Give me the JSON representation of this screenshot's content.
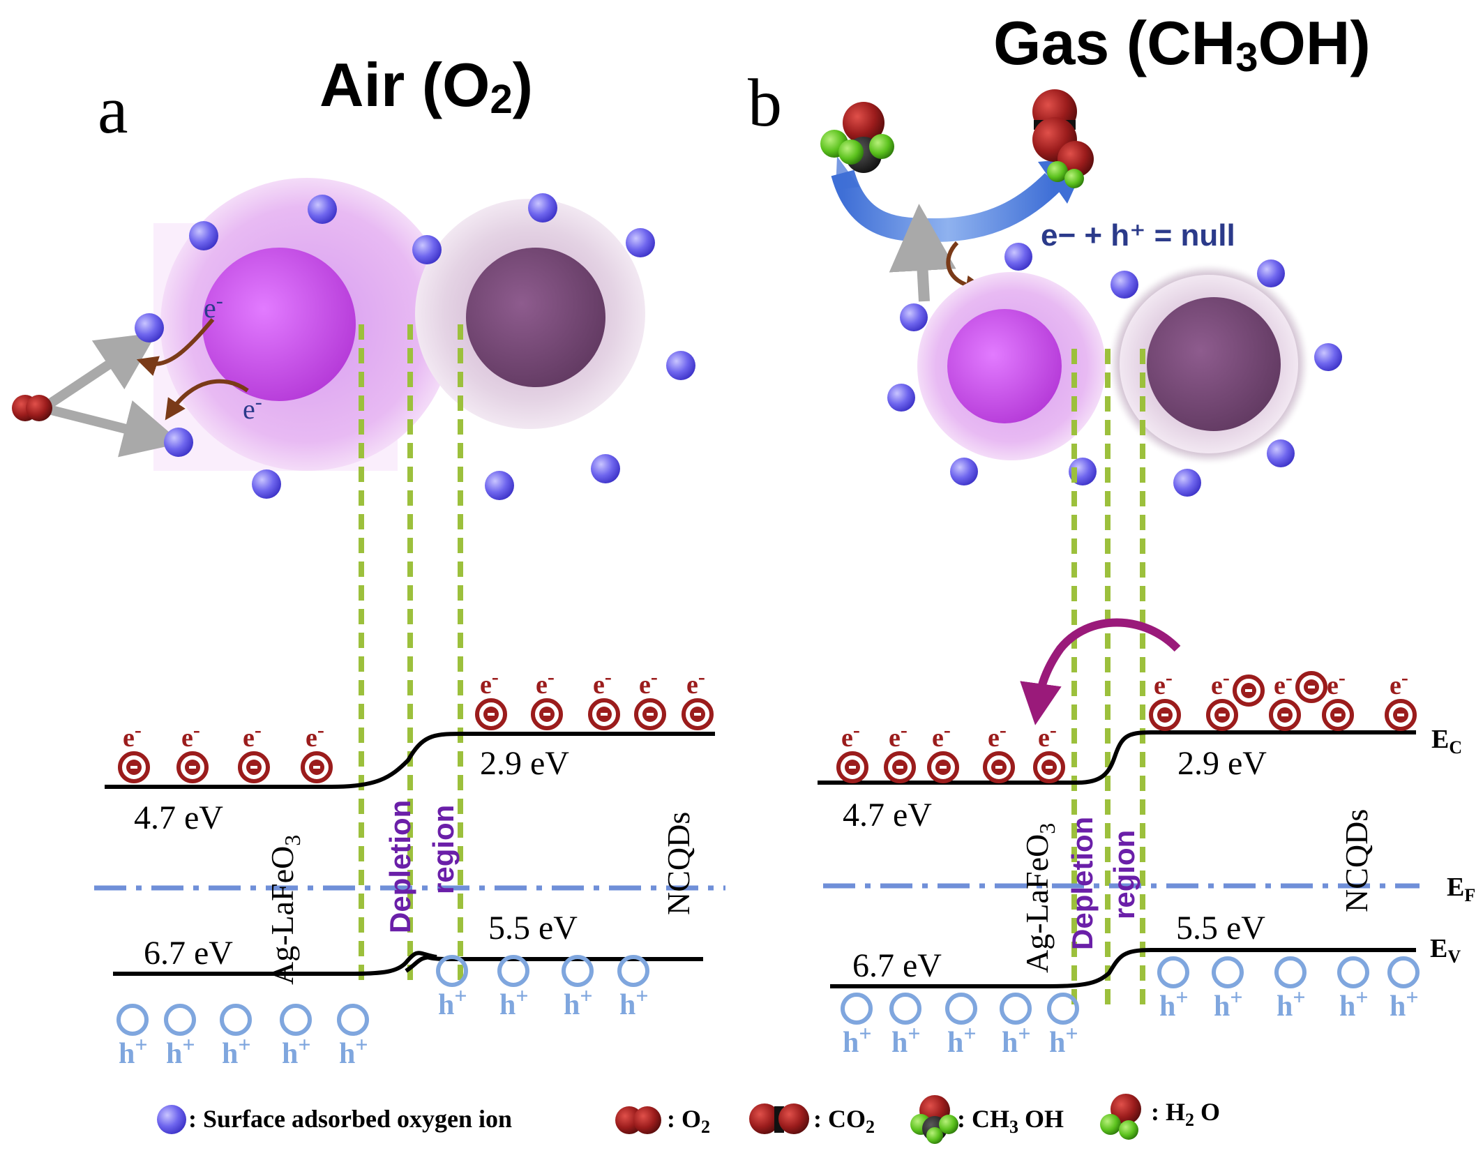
{
  "panel_a": {
    "letter": "a",
    "title_main": "Air (O",
    "title_sub": "2",
    "title_close": ")",
    "electron_label": "e",
    "electron_sup": "-",
    "ec_left": "4.7 eV",
    "ec_right": "2.9 eV",
    "ev_left": "6.7 eV",
    "ev_right": "5.5 eV",
    "material_left": "Ag-LaFeO",
    "material_left_sub": "3",
    "material_right": "NCQDs",
    "depletion_1": "Depletion",
    "depletion_2": "region"
  },
  "panel_b": {
    "letter": "b",
    "title_main": "Gas (CH",
    "title_sub": "3",
    "title_close": "OH)",
    "null_equation": "e− + h⁺ = null",
    "electron_label": "e",
    "electron_sup": "-",
    "ec_left": "4.7 eV",
    "ec_right": "2.9 eV",
    "ev_left": "6.7 eV",
    "ev_right": "5.5 eV",
    "material_left": "Ag-LaFeO",
    "material_left_sub": "3",
    "material_right": "NCQDs",
    "depletion_1": "Depletion",
    "depletion_2": "region",
    "level_ec": "E",
    "level_ec_sub": "C",
    "level_ef": "E",
    "level_ef_sub": "F",
    "level_ev": "E",
    "level_ev_sub": "V"
  },
  "carriers": {
    "electron": "e",
    "electron_sup": "-",
    "hole": "h",
    "hole_sup": "+"
  },
  "legend": {
    "oxygen_ion": ": Surface adsorbed oxygen ion",
    "o2": ": O",
    "o2_sub": "2",
    "co2": ": CO",
    "co2_sub": "2",
    "ch3oh": ": CH",
    "ch3oh_sub": "3",
    "ch3oh_tail": " OH",
    "h2o": ": H",
    "h2o_sub": "2",
    "h2o_tail": " O"
  },
  "colors": {
    "electron": "#9b1c1c",
    "hole": "#7fa6de",
    "depletion_text": "#6a1fa8",
    "dashed_line": "#9cc03c",
    "fermi_line": "#6f8fd8",
    "null_text": "#2b3a8a",
    "oxygen_ion": "#6f66ee",
    "shell_pink": "#e7b7f0",
    "core_magenta": "#c84ee6",
    "shell_gray": "#e0cfe0",
    "core_purple": "#7a4a7a"
  }
}
